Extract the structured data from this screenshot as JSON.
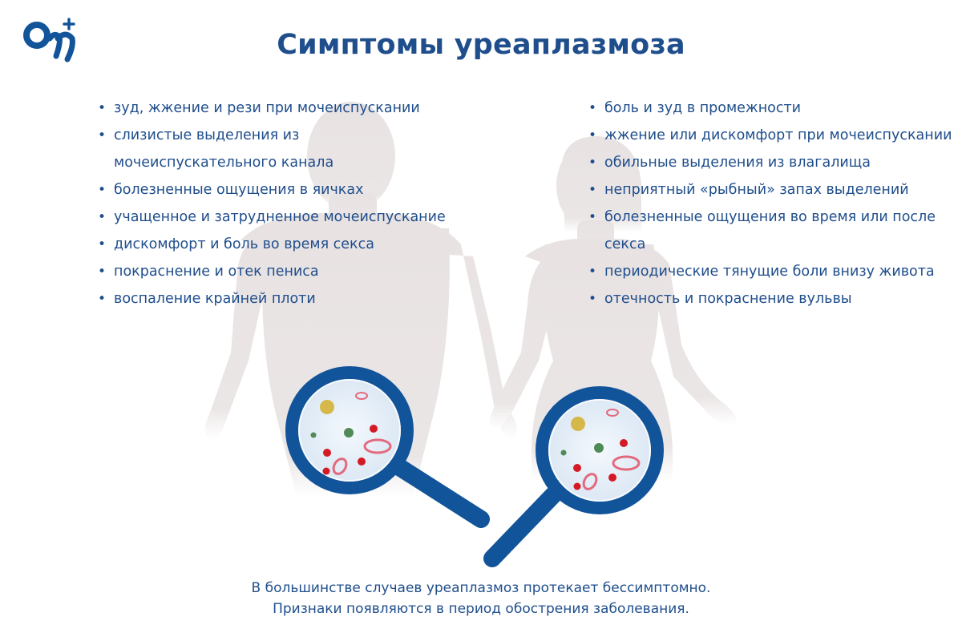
{
  "brand": {
    "logo_text": "On",
    "accent_color": "#1f4e8c"
  },
  "title": "Симптомы уреаплазмоза",
  "men_symptoms": [
    "зуд, жжение и рези при мочеиспускании",
    "слизистые выделения из мочеиспускательного канала",
    "болезненные ощущения в яичках",
    "учащенное и затрудненное мочеиспускание",
    "дискомфорт и боль во время секса",
    "покраснение и отек пениса",
    "воспаление крайней плоти"
  ],
  "women_symptoms": [
    "боль и зуд в промежности",
    "жжение или дискомфорт при мочеиспускании",
    "обильные выделения из влагалища",
    "неприятный «рыбный» запах выделений",
    "болезненные ощущения во время или после секса",
    "периодические тянущие боли внизу живота",
    "отечность и покраснение вульвы"
  ],
  "footer": {
    "line1": "В большинстве случаев уреаплазмоз протекает бессимптомно.",
    "line2": "Признаки появляются в период обострения заболевания."
  },
  "colors": {
    "text": "#1f4e8c",
    "silhouette": "#e8e2e2",
    "magnifier": "#12549a",
    "bacteria_red": "#d41a24",
    "bacteria_green": "#4f8a57",
    "bacteria_yellow": "#d6b84a",
    "bacteria_pink": "#e36a7e"
  }
}
